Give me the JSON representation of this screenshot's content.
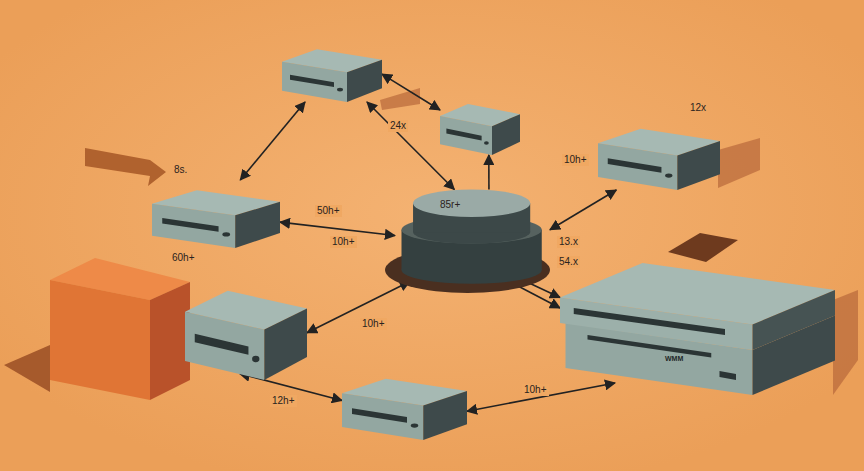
{
  "diagram": {
    "nodes": [
      {
        "text": []
      },
      {
        "text": []
      },
      {
        "text": [
          "12x"
        ]
      },
      {
        "text": [
          "8s.",
          "60h+"
        ]
      },
      {
        "text": [
          "85r+"
        ]
      },
      {
        "text": [
          "WMM"
        ]
      },
      {
        "text": []
      },
      {
        "text": []
      }
    ],
    "edges": [
      {
        "from": 3,
        "to": 0,
        "arrow": "both"
      },
      {
        "from": 0,
        "to": 1,
        "arrow": "both"
      },
      {
        "from": 0,
        "to": 4,
        "label": "24x",
        "arrow": "both"
      },
      {
        "from": 4,
        "to": 1,
        "arrow": "to"
      },
      {
        "from": 4,
        "to": 2,
        "label": "10h+",
        "arrow": "both"
      },
      {
        "from": 3,
        "to": 4,
        "label": "50h+",
        "arrow": "both"
      },
      {
        "from": 6,
        "to": 4,
        "label": "10h+",
        "arrow": "both"
      },
      {
        "from": 4,
        "to": 5,
        "label": "13.x",
        "arrow": "to"
      },
      {
        "from": 4,
        "to": 5,
        "label": "54.x",
        "arrow": "to"
      },
      {
        "from": 6,
        "to": 7,
        "label": "12h+",
        "arrow": "both"
      },
      {
        "from": 7,
        "to": 5,
        "label": "10h+",
        "arrow": "both"
      }
    ],
    "labels": [
      "10h+"
    ]
  }
}
